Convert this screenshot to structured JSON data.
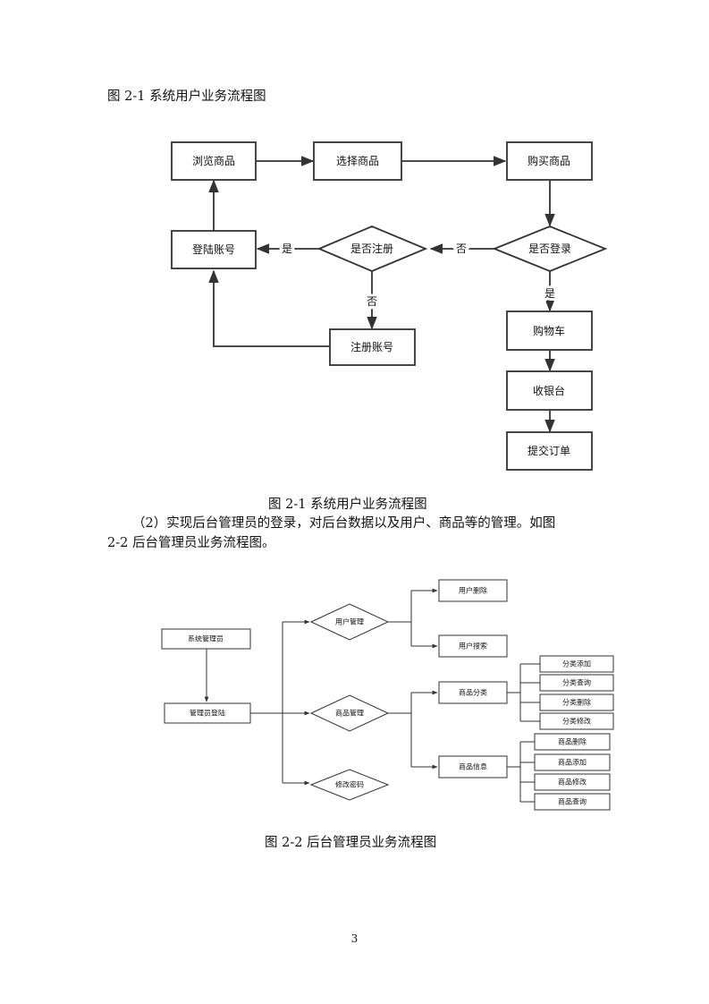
{
  "heading": "图 2-1 系统用户业务流程图",
  "fig1": {
    "caption": "图 2-1 系统用户业务流程图",
    "nodes": {
      "browse": "浏览商品",
      "select": "选择商品",
      "buy": "购买商品",
      "login_check": "是否登录",
      "register_check": "是否注册",
      "login": "登陆账号",
      "register": "注册账号",
      "cart": "购物车",
      "checkout": "收银台",
      "submit": "提交订单"
    },
    "labels": {
      "yes1": "是",
      "no1": "否",
      "no2": "否",
      "yes2": "是"
    }
  },
  "paragraph": {
    "line1": "（2）实现后台管理员的登录，对后台数据以及用户、商品等的管理。如图",
    "line2": "2-2 后台管理员业务流程图。"
  },
  "fig2": {
    "caption": "图 2-2 后台管理员业务流程图",
    "nodes": {
      "sysadmin": "系统管理员",
      "admin_login": "管理员登陆",
      "user_mgmt": "用户管理",
      "goods_mgmt": "商品管理",
      "change_pwd": "修改密码",
      "user_delete": "用户删除",
      "user_search": "用户搜索",
      "goods_category": "商品分类",
      "goods_info": "商品信息",
      "cat_add": "分类添加",
      "cat_query": "分类查询",
      "cat_delete": "分类删除",
      "cat_edit": "分类修改",
      "info_delete": "商品删除",
      "info_add": "商品添加",
      "info_edit": "商品修改",
      "info_query": "商品查询"
    }
  },
  "page_number": "3"
}
